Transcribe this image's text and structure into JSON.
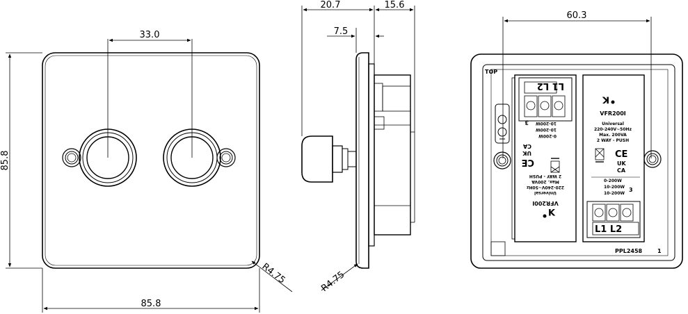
{
  "dimensions": {
    "front_knob_spacing": "33.0",
    "front_height": "85.8",
    "front_width": "85.8",
    "front_corner_radius": "R4.75",
    "side_overall_depth": "20.7",
    "side_plate_thickness": "7.5",
    "side_body_depth": "15.6",
    "side_corner_radius": "R4.75",
    "rear_fixing_centres": "60.3"
  },
  "rear_view": {
    "top_label": "TOP",
    "part_number": "PPL2458",
    "sheet_number": "1",
    "module_right": {
      "model": "VFR200I",
      "line1": "Universal",
      "line2": "220-240V~50Hz",
      "line3": "Max. 200VA",
      "line4": "2 WAY - PUSH",
      "terminals": "L1 L2",
      "ce_mark": "CE",
      "ukca_mark_top": "UK",
      "ukca_mark_bottom": "CA",
      "ratings": [
        "0-200W",
        "10-200W",
        "10-200W"
      ]
    },
    "module_left": {
      "model": "VFR200I",
      "line1": "Universal",
      "line2": "220-240V~50Hz",
      "line3": "Max. 200VA",
      "line4": "2 WAY - PUSH",
      "terminals": "L1 L2",
      "ratings": [
        "0-200W",
        "10-200W",
        "10-200W"
      ]
    }
  }
}
